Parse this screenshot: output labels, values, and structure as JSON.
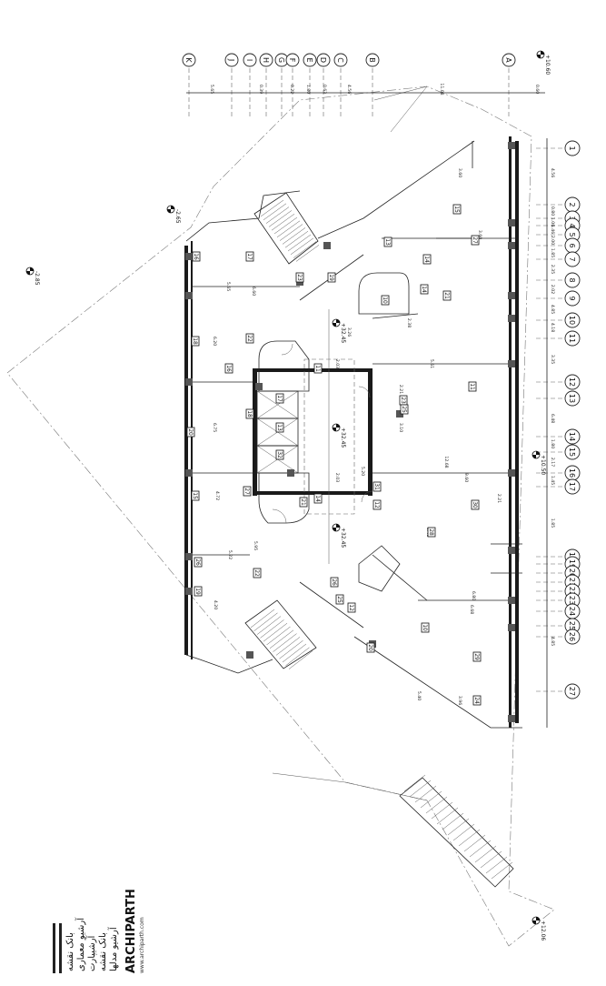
{
  "grid_letters": [
    "K",
    "J",
    "I",
    "H",
    "G",
    "F",
    "E",
    "D",
    "C",
    "B",
    "A"
  ],
  "grid_numbers": [
    "1",
    "2",
    "3",
    "4",
    "5",
    "6",
    "7",
    "8",
    "9",
    "10",
    "11",
    "12",
    "13",
    "14",
    "15",
    "16",
    "17",
    "18",
    "19",
    "20",
    "21",
    "22",
    "23",
    "24",
    "25",
    "26",
    "27"
  ],
  "top_dimensions": [
    "5.65",
    "0.39",
    "0.22",
    "1.80",
    "4.56",
    "11.08",
    "0.63",
    "0.60"
  ],
  "right_dimensions": [
    "4.56",
    "0.80",
    "1.06",
    "1.46",
    "2.00",
    "1.85",
    "2.35",
    "2.02",
    "4.85",
    "4.18",
    "3.35",
    "6.48",
    "1.80",
    "2.17",
    "1.45",
    "1.85",
    "4.85"
  ],
  "levels": [
    "-2.85",
    "-2.65",
    "+12.06",
    "+10.50",
    "+32.45",
    "+32.45",
    "+32.45",
    "+10.60"
  ],
  "room_dimensions": [
    "5.65",
    "6.60",
    "6.20",
    "6.75",
    "4.72",
    "5.22",
    "5.95",
    "4.20",
    "3.60",
    "2.38",
    "3.26",
    "2.03",
    "2.03",
    "6.48",
    "5.61",
    "3.60",
    "9.60",
    "6.68",
    "12.68",
    "6.80",
    "5.20",
    "2.21",
    "3.10",
    "5.40",
    "3.96",
    "2.21"
  ],
  "room_tags": [
    "16",
    "17",
    "18",
    "22",
    "16",
    "18",
    "20",
    "15",
    "27",
    "26",
    "22",
    "19",
    "14",
    "17",
    "13",
    "32",
    "11",
    "21",
    "13",
    "15",
    "27",
    "14",
    "14",
    "10",
    "21",
    "23",
    "28",
    "31",
    "12",
    "25",
    "30",
    "11",
    "10",
    "29",
    "24",
    "20",
    "12",
    "26",
    "25",
    "23",
    "19"
  ],
  "logo": {
    "brand": "ARCHIPARTH",
    "sub": "www.archiparth.com",
    "line1": "بانک نقشه",
    "line2": "آرشیو معماری",
    "line3": "آرشیپارت",
    "line4": "بانک نقشه",
    "line5": "آرشیو مدلها"
  }
}
